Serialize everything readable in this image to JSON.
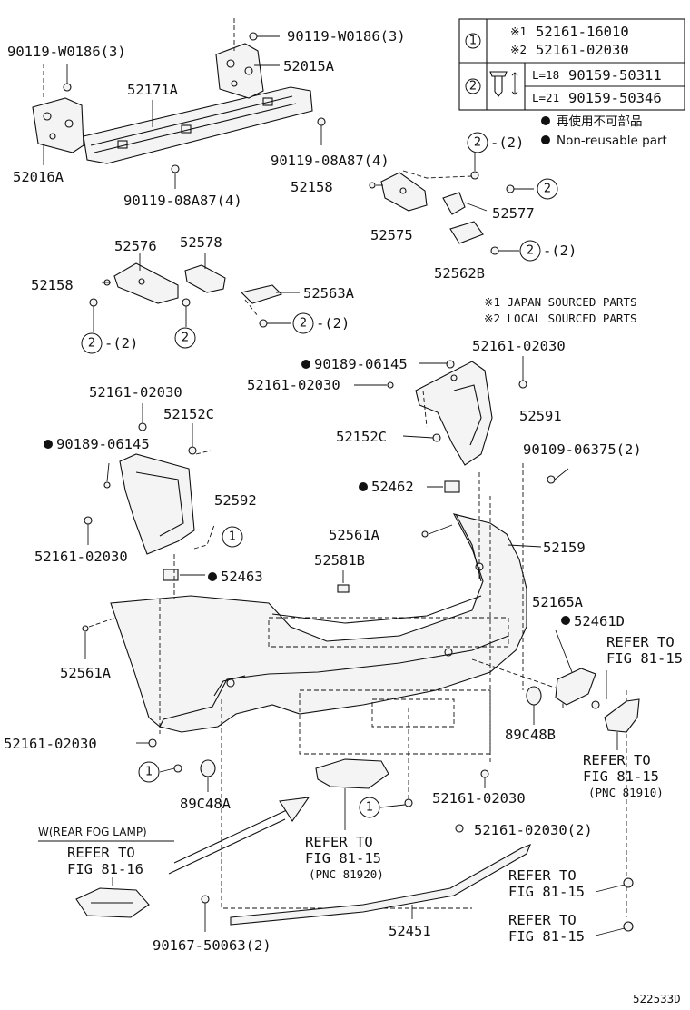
{
  "legend_table": {
    "row1": {
      "symbol": "1",
      "entries": [
        {
          "mark": "※1",
          "part": "52161-16010"
        },
        {
          "mark": "※2",
          "part": "52161-02030"
        }
      ]
    },
    "row2": {
      "symbol": "2",
      "entries": [
        {
          "len": "L=18",
          "part": "90159-50311"
        },
        {
          "len": "L=21",
          "part": "90159-50346"
        }
      ]
    },
    "nonreusable_jp": "再使用不可部品",
    "nonreusable_en": "Non-reusable part"
  },
  "source_notes": [
    "※1  JAPAN SOURCED PARTS",
    "※2  LOCAL SOURCED PARTS"
  ],
  "labels": {
    "p_90119_w0186_l": "90119-W0186(3)",
    "p_90119_w0186_r": "90119-W0186(3)",
    "p_52015a": "52015A",
    "p_52171a": "52171A",
    "p_52016a": "52016A",
    "p_90119_08a87_r": "90119-08A87(4)",
    "p_90119_08a87_c": "90119-08A87(4)",
    "p_52158_r": "52158",
    "p_52575": "52575",
    "p_52577": "52577",
    "p_52562b": "52562B",
    "p_52576": "52576",
    "p_52578": "52578",
    "p_52158_l": "52158",
    "p_52563a": "52563A",
    "p_90189_06145_r": "90189-06145",
    "p_52161_02030_a": "52161-02030",
    "p_52161_02030_b": "52161-02030",
    "p_52591": "52591",
    "p_52152c_r": "52152C",
    "p_52161_02030_c": "52161-02030",
    "p_52152c_l": "52152C",
    "p_90189_06145_l": "90189-06145",
    "p_90109_06375": "90109-06375(2)",
    "p_52462": "52462",
    "p_52592": "52592",
    "p_52161_02030_d": "52161-02030",
    "p_52561a_r": "52561A",
    "p_52159": "52159",
    "p_52581b": "52581B",
    "p_52463": "52463",
    "p_52165a": "52165A",
    "p_52461d": "52461D",
    "p_refer_81_15_a": "REFER TO",
    "p_refer_81_15_a2": "FIG 81-15",
    "p_52561a_l": "52561A",
    "p_89c48b": "89C48B",
    "p_52161_02030_e": "52161-02030",
    "p_refer_81_15_b": "REFER TO",
    "p_refer_81_15_b2": "FIG 81-15",
    "p_refer_81_15_b3": "(PNC 81910)",
    "p_89c48a": "89C48A",
    "p_52161_02030_f": "52161-02030",
    "p_refer_81_15_c": "REFER TO",
    "p_refer_81_15_c2": "FIG 81-15",
    "p_refer_81_15_c3": "(PNC 81920)",
    "p_52161_02030_g": "52161-02030(2)",
    "p_wrear": "W(REAR FOG LAMP)",
    "p_refer_81_16": "REFER TO",
    "p_refer_81_16b": "FIG 81-16",
    "p_refer_81_15_d": "REFER TO",
    "p_refer_81_15_d2": "FIG 81-15",
    "p_refer_81_15_e": "REFER TO",
    "p_refer_81_15_e2": "FIG 81-15",
    "p_52451": "52451",
    "p_90167_50063": "90167-50063(2)",
    "p_2_paren_a": "-(2)",
    "p_2_paren_b": "-(2)",
    "p_2_paren_c": "-(2)",
    "p_2_paren_d": "-(2)",
    "diagram_code": "522533D"
  },
  "callouts": {
    "one": "1",
    "two": "2"
  }
}
